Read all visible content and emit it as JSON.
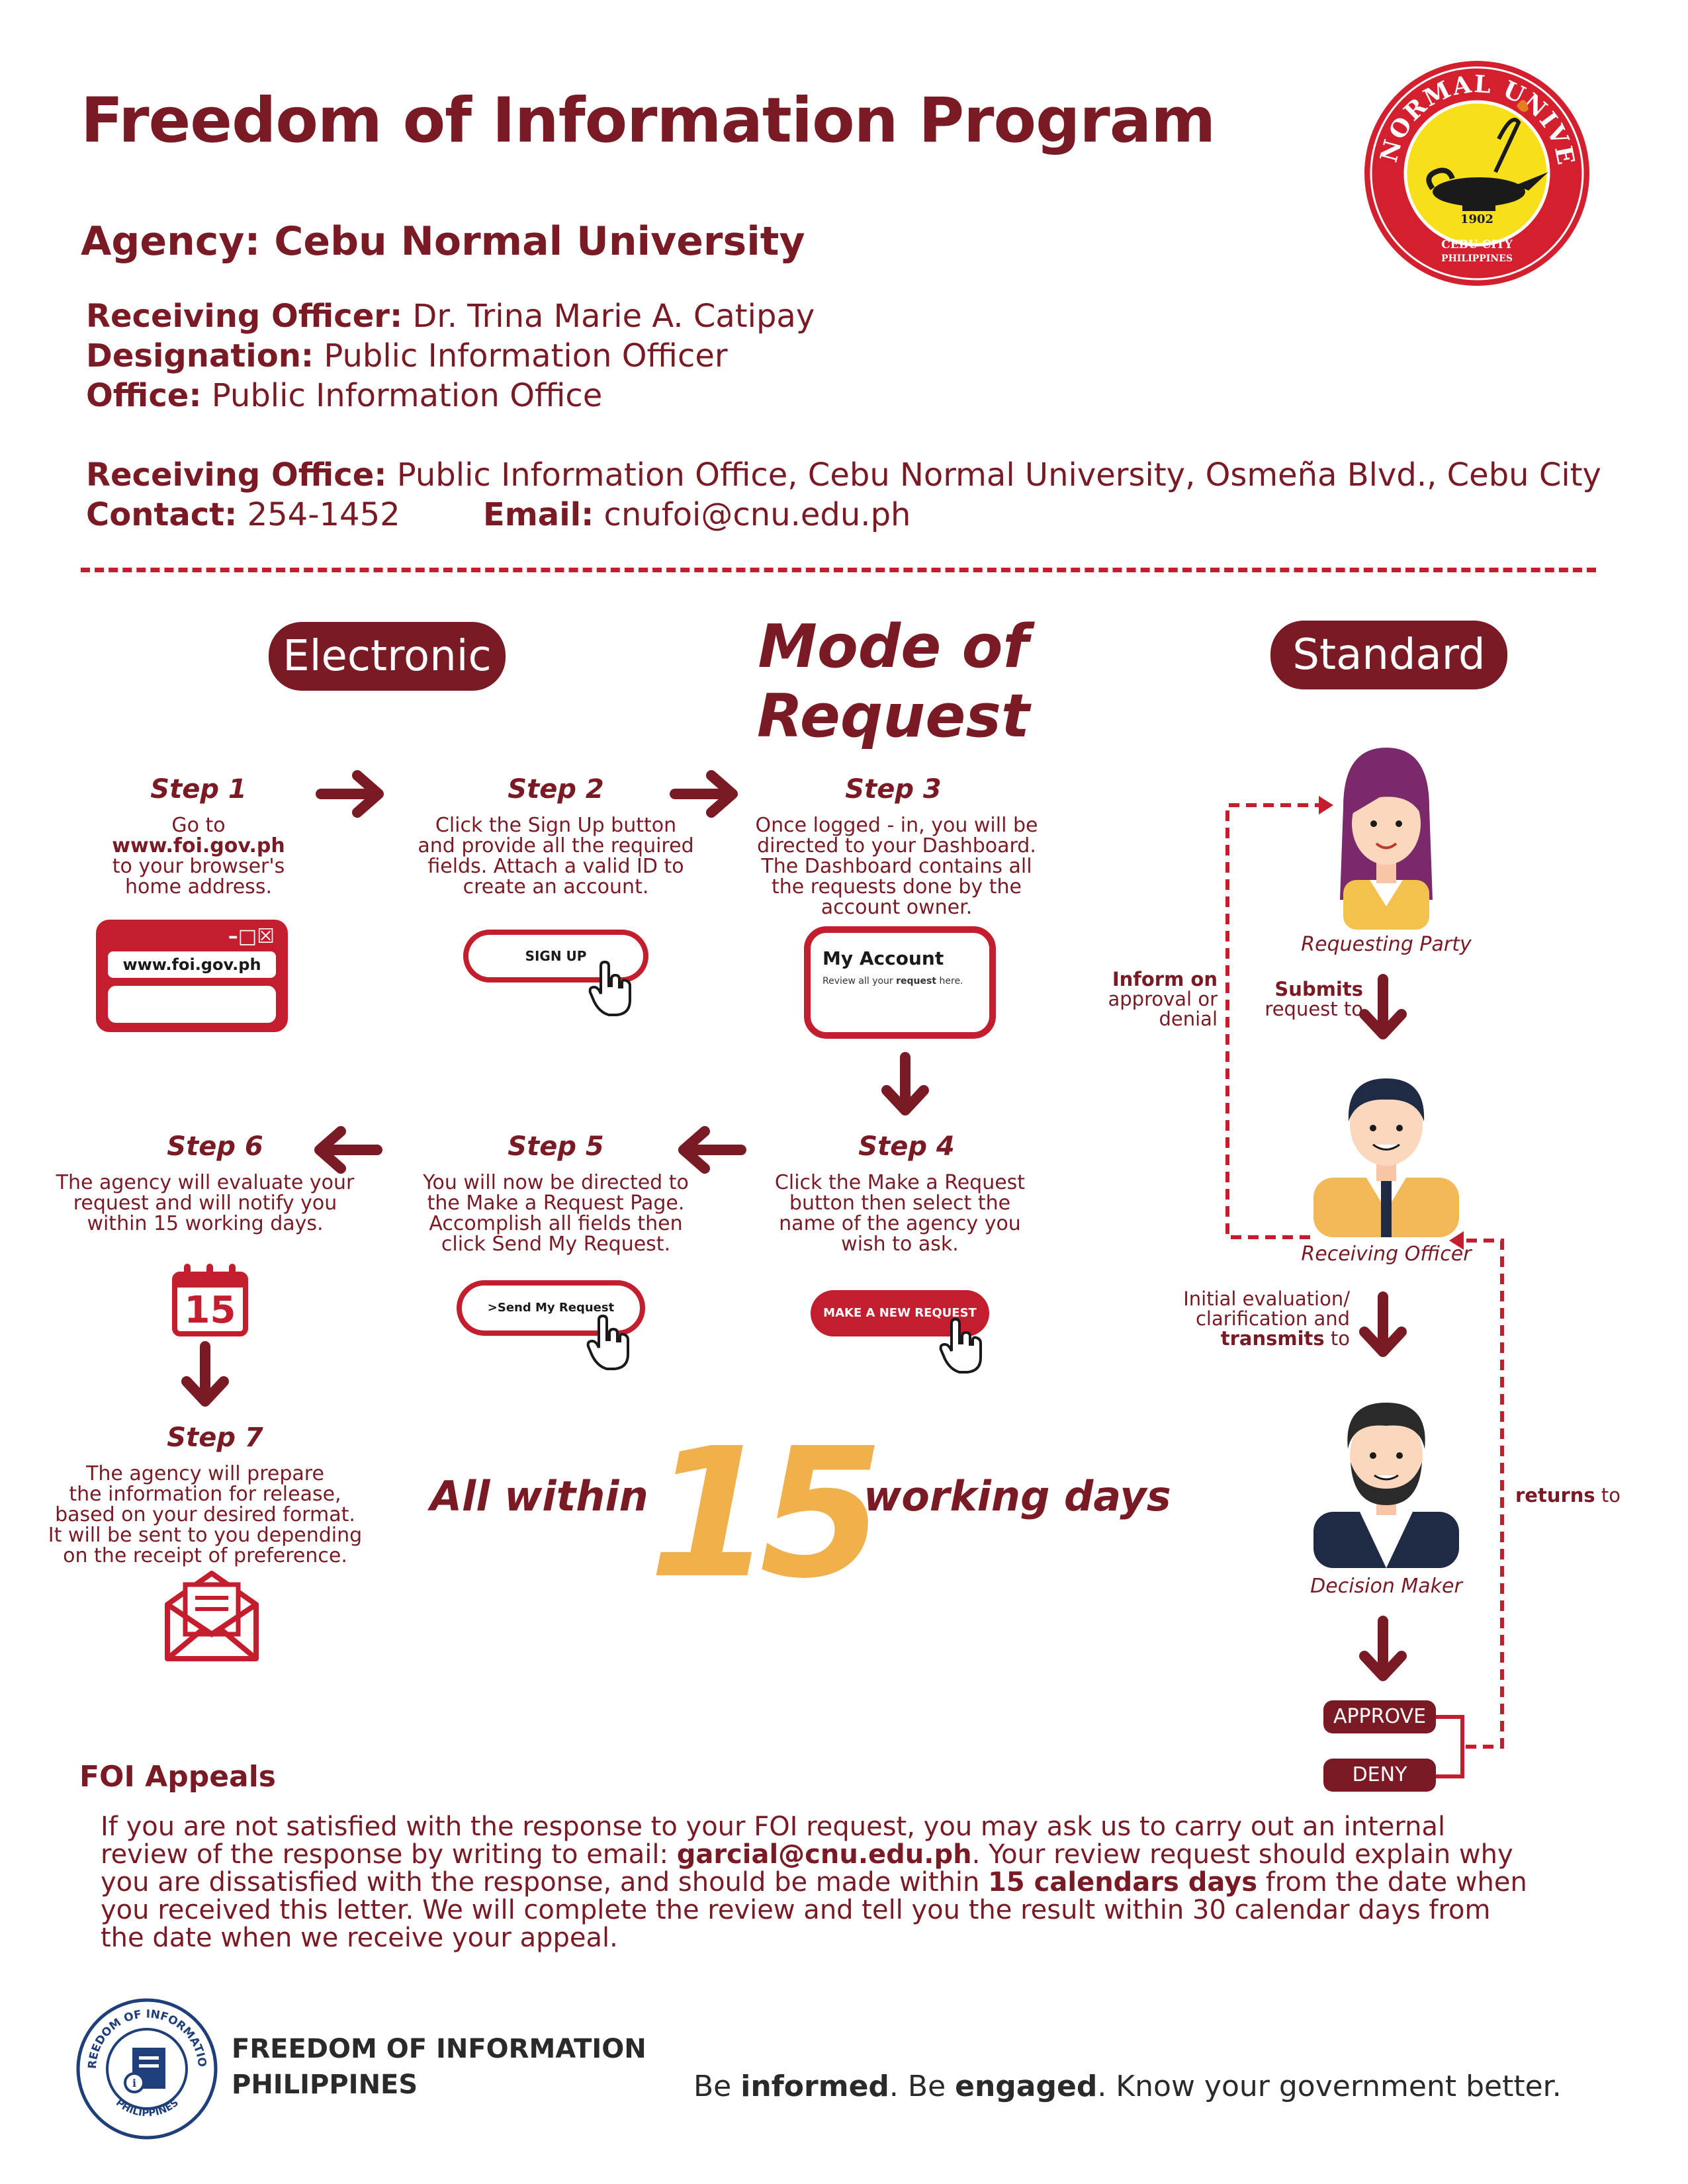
{
  "header": {
    "title": "Freedom of Information Program",
    "agency": "Agency: Cebu Normal University",
    "receiving_officer_label": "Receiving Officer:",
    "receiving_officer": " Dr. Trina Marie A. Catipay",
    "designation_label": "Designation:",
    "designation": " Public Information Officer",
    "office_label": "Office:",
    "office": " Public Information Office",
    "receiving_office_label": "Receiving Office:",
    "receiving_office": " Public Information Office, Cebu Normal University, Osmeña Blvd., Cebu City",
    "contact_label": "Contact:",
    "contact": " 254-1452",
    "email_label": "Email:",
    "email": " cnufoi@cnu.edu.ph"
  },
  "logo": {
    "top_text": "CEBU NORMAL UNIVERSITY",
    "year": "1902",
    "city": "CEBU CITY",
    "country": "PHILIPPINES"
  },
  "mode": {
    "title": "Mode of Request",
    "electronic": "Electronic",
    "standard": "Standard"
  },
  "steps": {
    "s1": {
      "label": "Step 1",
      "line1": "Go to",
      "url": "www.foi.gov.ph",
      "line3": "to your browser's",
      "line4": "home address.",
      "browser_url": "www.foi.gov.ph"
    },
    "s2": {
      "label": "Step 2",
      "l1": "Click the Sign Up button",
      "l2": "and provide all the required",
      "l3": "fields. Attach a valid ID to",
      "l4": "create an account.",
      "button": "SIGN UP"
    },
    "s3": {
      "label": "Step 3",
      "l1": "Once logged - in, you will be",
      "l2": "directed to your Dashboard.",
      "l3": "The Dashboard contains all",
      "l4": "the requests done by the",
      "l5": "account owner.",
      "card_title": "My Account",
      "card_sub_a": "Review all your ",
      "card_sub_b": "request",
      "card_sub_c": " here."
    },
    "s4": {
      "label": "Step 4",
      "l1": "Click the Make a Request",
      "l2": "button then select the",
      "l3": "name of the agency you",
      "l4": "wish to ask.",
      "button": "MAKE A NEW REQUEST"
    },
    "s5": {
      "label": "Step 5",
      "l1": "You will now be directed to",
      "l2": "the Make a Request Page.",
      "l3": "Accomplish all fields then",
      "l4": "click Send My Request.",
      "button": ">Send My Request"
    },
    "s6": {
      "label": "Step 6",
      "l1": "The agency will evaluate your",
      "l2": "request and will notify you",
      "l3": "within 15 working days.",
      "calendar": "15"
    },
    "s7": {
      "label": "Step 7",
      "l1": "The agency will prepare",
      "l2": "the information for release,",
      "l3": "based on your desired format.",
      "l4": "It will be sent to you depending",
      "l5": "on the receipt of preference."
    }
  },
  "within": {
    "all_within": "All within",
    "number": "15",
    "working_days": "working days"
  },
  "standard": {
    "requesting_party": "Requesting Party",
    "inform_bold": "Inform on",
    "inform_l2": "approval or",
    "inform_l3": "denial",
    "submits_bold": "Submits",
    "submits_l2": "request to",
    "receiving_officer": "Receiving Officer",
    "initial_l1": "Initial evaluation/",
    "initial_l2": "clarification and",
    "initial_bold": "transmits",
    "initial_to": " to",
    "decision_maker": "Decision Maker",
    "returns_bold": "returns",
    "returns_to": " to",
    "approve": "APPROVE",
    "deny": "DENY"
  },
  "appeals": {
    "title": "FOI Appeals",
    "p1": "If you are not satisfied with the response to your FOI request, you may ask us to carry out an internal review of the response by writing to email: ",
    "email": "garcial@cnu.edu.ph",
    "p2": ". Your review request should explain why you are dissatisfied with the response, and should be made within ",
    "days": "15 calendars days",
    "p3": " from the date when you received this letter. We will complete the review and tell you the result within 30 calendar days from the date when we receive your appeal."
  },
  "footer": {
    "org_line1": "FREEDOM OF INFORMATION",
    "org_line2": "PHILIPPINES",
    "seal_top": "FREEDOM OF INFORMATION",
    "seal_bottom": "PHILIPPINES",
    "tag_a": "Be ",
    "tag_b": "informed",
    "tag_c": ". Be ",
    "tag_d": "engaged",
    "tag_e": ". Know your government better."
  },
  "colors": {
    "maroon": "#7a1a25",
    "red": "#c41e2e",
    "gold": "#f0b04c",
    "logo_yellow": "#f7e019"
  }
}
